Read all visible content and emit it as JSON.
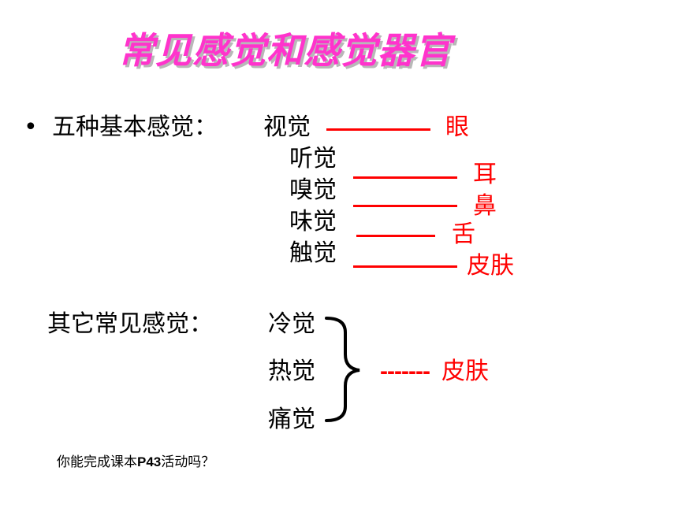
{
  "title": "常见感觉和感觉器官",
  "basic": {
    "bullet": "•",
    "label": "五种基本感觉：",
    "items": [
      {
        "sense": "视觉",
        "organ": "眼"
      },
      {
        "sense": "听觉",
        "organ": "耳"
      },
      {
        "sense": "嗅觉",
        "organ": "鼻"
      },
      {
        "sense": "味觉",
        "organ": "舌"
      },
      {
        "sense": "触觉",
        "organ": "皮肤"
      }
    ]
  },
  "other": {
    "label": "其它常见感觉：",
    "items": [
      "冷觉",
      "热觉",
      "痛觉"
    ],
    "dashes": "-------",
    "organ": "皮肤"
  },
  "note": {
    "prefix": "你能完成课本",
    "bold": "P43",
    "suffix": "活动吗？"
  },
  "colors": {
    "title": "#ff33cc",
    "accent": "#ff0000",
    "text": "#000000"
  }
}
